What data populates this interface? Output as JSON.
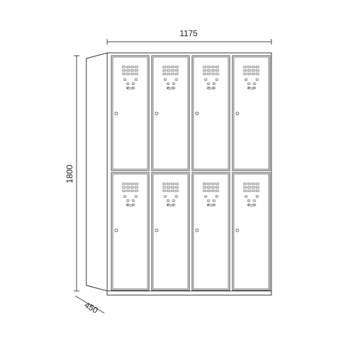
{
  "dimensions": {
    "width": "1175",
    "height": "1800",
    "depth": "450"
  },
  "locker": {
    "columns": 4,
    "rows": 2,
    "colors": {
      "line": "#333333",
      "door_stroke": "#444444",
      "fill": "#ffffff"
    }
  }
}
